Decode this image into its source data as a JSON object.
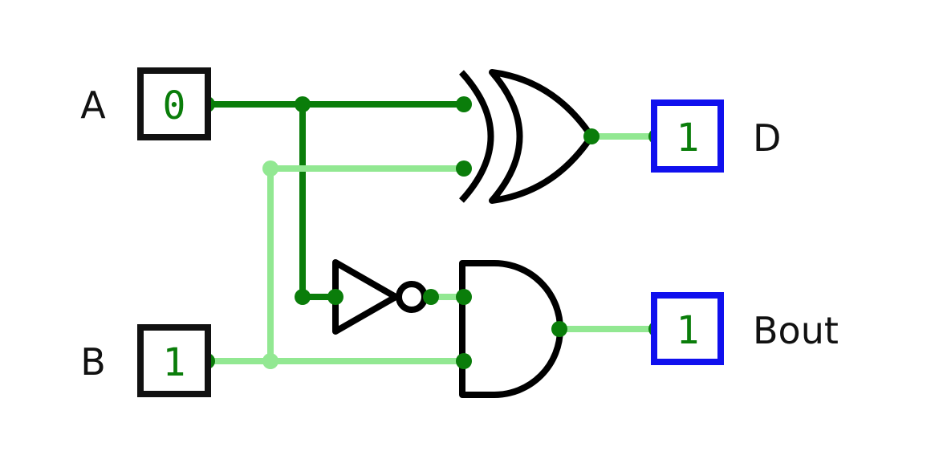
{
  "colors": {
    "wire_low": "#0a7d0a",
    "wire_high": "#92e892",
    "dot": "#0a7d0a",
    "input_border": "#111111",
    "output_border": "#1010ee",
    "value_text": "#0a7d0a"
  },
  "inputs": {
    "a": {
      "label": "A",
      "value": "0"
    },
    "b": {
      "label": "B",
      "value": "1"
    }
  },
  "outputs": {
    "d": {
      "label": "D",
      "value": "1"
    },
    "bout": {
      "label": "Bout",
      "value": "1"
    }
  },
  "gates": {
    "xor": {
      "icon": "xor-gate-icon"
    },
    "not": {
      "icon": "not-gate-icon"
    },
    "and": {
      "icon": "and-gate-icon"
    }
  }
}
